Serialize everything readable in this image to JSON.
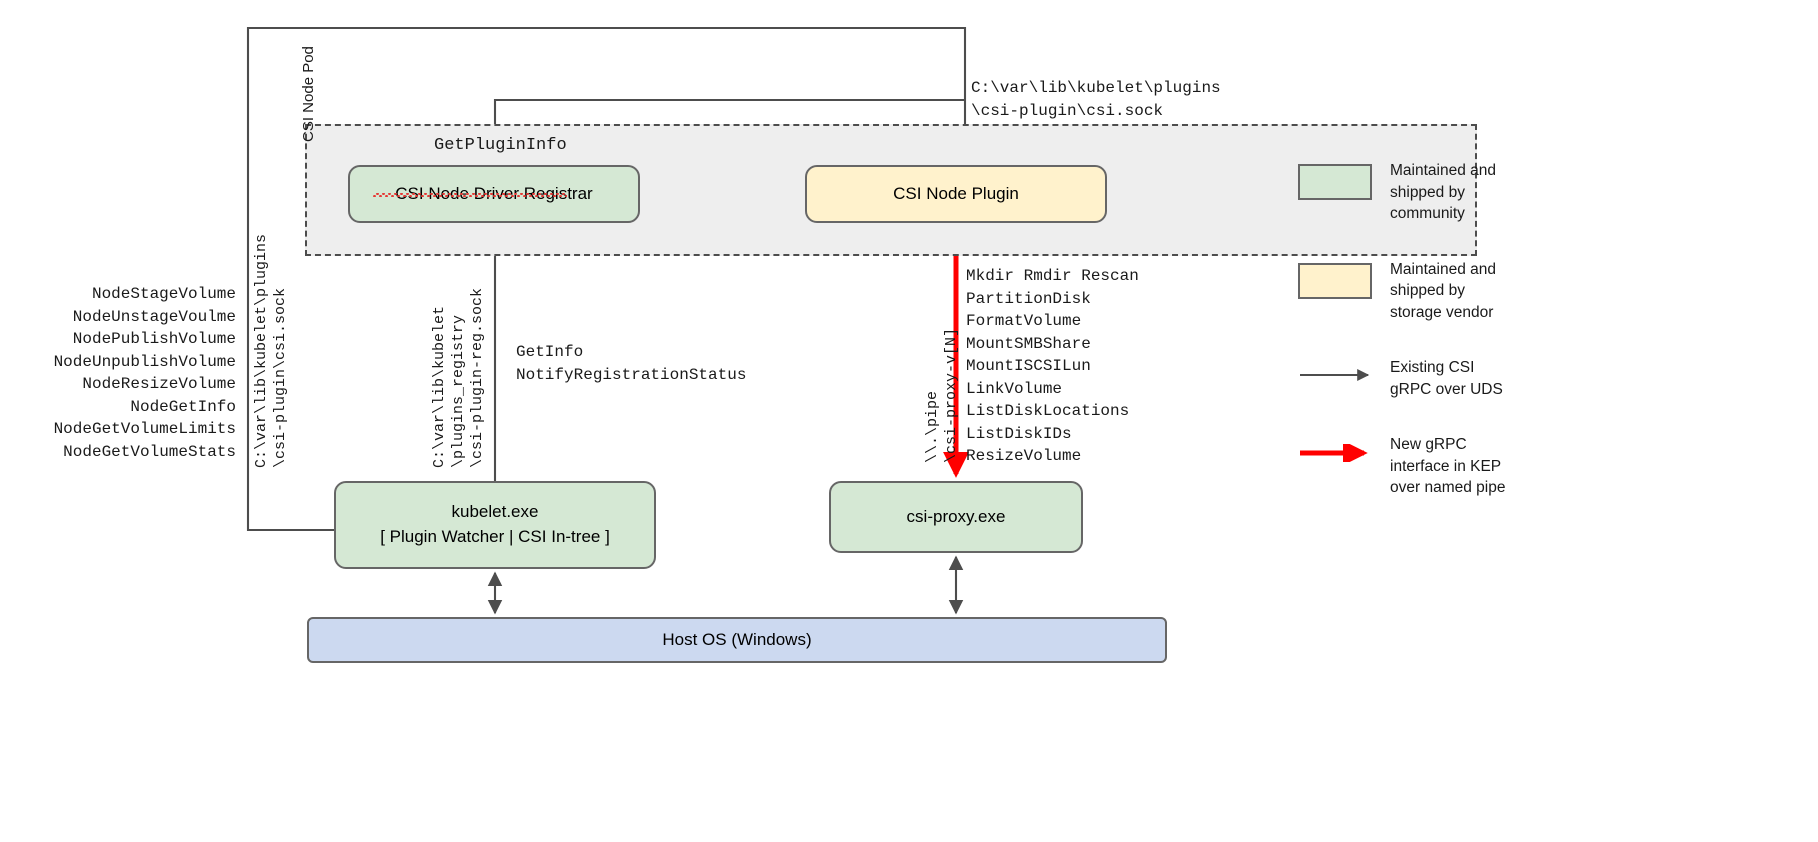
{
  "diagram": {
    "pod": {
      "label": "CSI Node Pod"
    },
    "boxes": {
      "registrar": "CSI Node Driver Registrar",
      "node_plugin": "CSI Node Plugin",
      "kubelet_line1": "kubelet.exe",
      "kubelet_line2": "[ Plugin Watcher | CSI In-tree ]",
      "csi_proxy": "csi-proxy.exe",
      "host_os": "Host OS (Windows)"
    },
    "labels": {
      "get_plugin_info": "GetPluginInfo",
      "plugin_socket_path": "C:\\var\\lib\\kubelet\\plugins\n\\csi-plugin\\csi.sock",
      "registration_rpcs": "GetInfo\nNotifyRegistrationStatus",
      "path_uds_vertical": "C:\\var\\lib\\kubelet\\plugins\n\\csi-plugin\\csi.sock",
      "path_registry_vertical": "C:\\var\\lib\\kubelet\n\\plugins_registry\n\\csi-plugin-reg.sock",
      "path_pipe_vertical": "\\\\.\\pipe\n\\csi-proxy-v[N]"
    },
    "csi_node_methods": [
      "NodeStageVolume",
      "NodeUnstageVoulme",
      "NodePublishVolume",
      "NodeUnpublishVolume",
      "NodeResizeVolume",
      "NodeGetInfo",
      "NodeGetVolumeLimits",
      "NodeGetVolumeStats"
    ],
    "csi_proxy_methods": [
      "Mkdir Rmdir Rescan",
      "PartitionDisk",
      "FormatVolume",
      "MountSMBShare",
      "MountISCSILun",
      "LinkVolume",
      "ListDiskLocations",
      "ListDiskIDs",
      "ResizeVolume"
    ],
    "legend": [
      {
        "key": "green-swatch",
        "text": "Maintained and shipped by community",
        "color": "#d5e8d4"
      },
      {
        "key": "yellow-swatch",
        "text": "Maintained and shipped by storage vendor",
        "color": "#fff2cc"
      },
      {
        "key": "gray-arrow",
        "text": "Existing CSI gRPC over UDS",
        "color": "#4d4d4d"
      },
      {
        "key": "red-arrow",
        "text": "New gRPC interface in KEP over named pipe",
        "color": "#ff0000"
      }
    ],
    "colors": {
      "community_green": "#d5e8d4",
      "vendor_yellow": "#fff2cc",
      "host_blue": "#ccd9f0",
      "pod_gray": "#eeeeee",
      "stroke": "#666666",
      "existing_arrow": "#4d4d4d",
      "new_arrow": "#ff0000",
      "spellcheck_underline": "#e53935"
    }
  }
}
